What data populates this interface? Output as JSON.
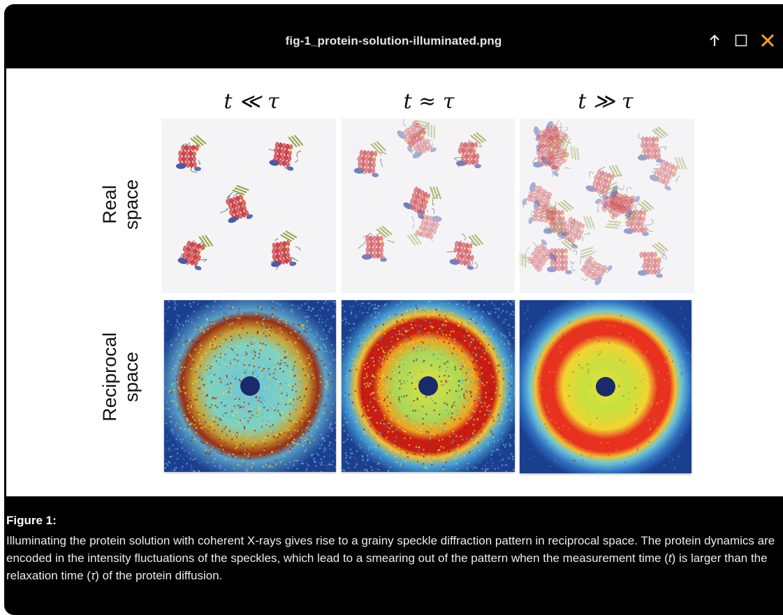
{
  "window": {
    "title": "fig-1_protein-solution-illuminated.png",
    "controls": [
      "arrow-up-icon",
      "maximize-icon",
      "close-icon"
    ],
    "accent": "#f5a623"
  },
  "figure": {
    "columns": [
      "t ≪ τ",
      "t ≈ τ",
      "t ≫ τ"
    ],
    "rows": [
      {
        "line1": "Real",
        "line2": "space"
      },
      {
        "line1": "Reciprocal",
        "line2": "space"
      }
    ]
  },
  "caption": {
    "title": "Figure 1:",
    "text_parts": [
      "Illuminating the protein solution with coherent X-rays gives rise to a grainy speckle diffraction pattern in reciprocal space. The protein dynamics are encoded in the intensity fluctuations of the speckles, which lead to a smearing out of the pattern when the measurement time (",
      "t",
      ") is larger than the relaxation time (",
      "τ",
      ") of the protein diffusion."
    ]
  }
}
